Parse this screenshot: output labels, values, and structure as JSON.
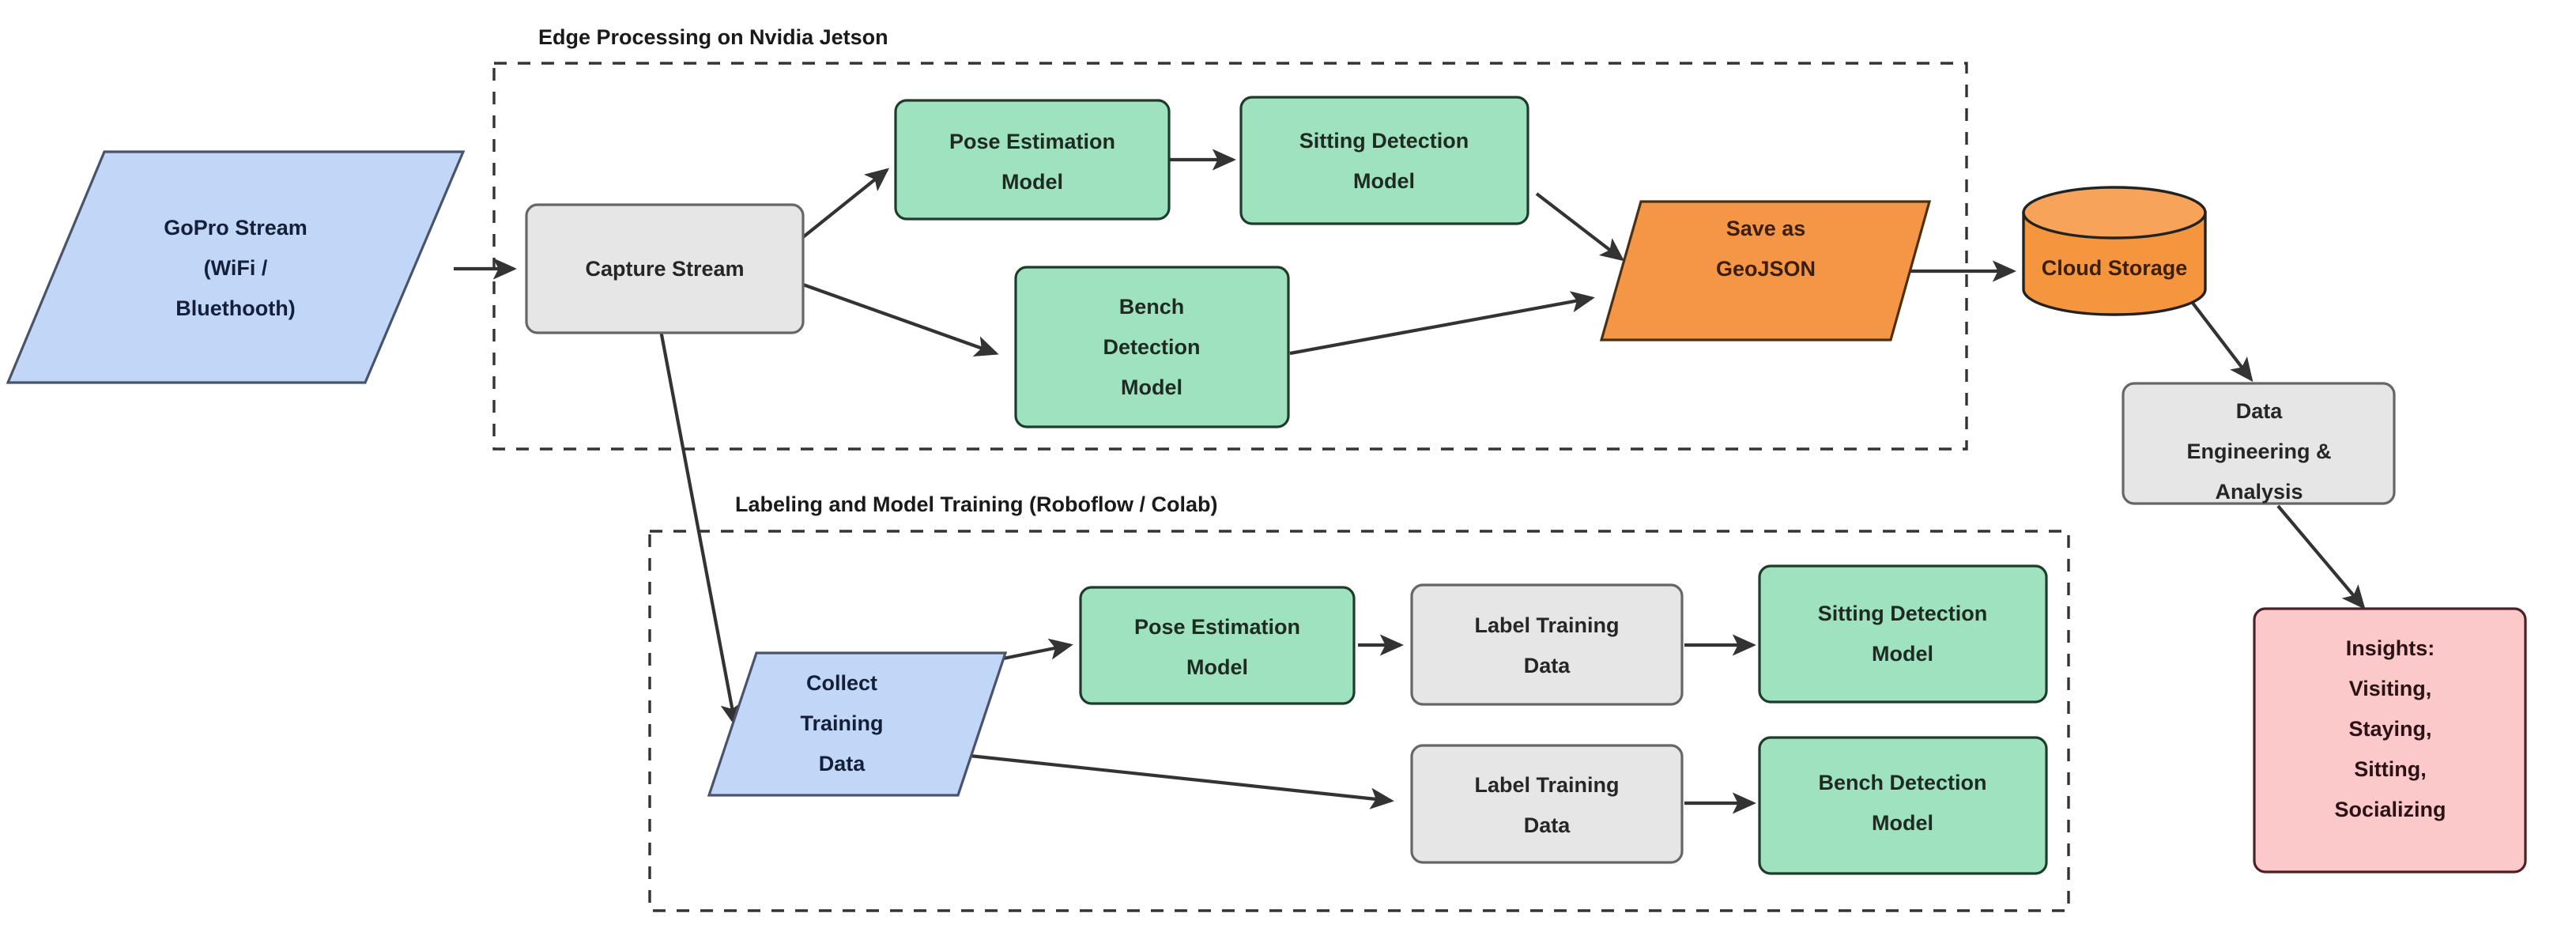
{
  "diagram": {
    "title_top_group": "Edge Processing on Nvidia Jetson",
    "title_bottom_group": "Labeling and Model Training (Roboflow / Colab)",
    "colors": {
      "green": "#9fe2bf",
      "grey": "#e6e6e6",
      "blue": "#c2d7f7",
      "orange": "#f5963f",
      "pink": "#fbc9ca",
      "edge": "#333333"
    }
  },
  "nodes": {
    "gopro_stream": {
      "line1": "GoPro Stream",
      "line2": "(WiFi /",
      "line3": "Bluethooth)"
    },
    "capture_stream": {
      "line1": "Capture Stream"
    },
    "pose_estimation_edge": {
      "line1": "Pose Estimation",
      "line2": "Model"
    },
    "sitting_detection_edge": {
      "line1": "Sitting Detection",
      "line2": "Model"
    },
    "bench_detection_edge": {
      "line1": "Bench",
      "line2": "Detection",
      "line3": "Model"
    },
    "save_geojson": {
      "line1": "Save as",
      "line2": "GeoJSON"
    },
    "cloud_storage": {
      "line1": "Cloud Storage"
    },
    "data_engineering": {
      "line1": "Data",
      "line2": "Engineering &",
      "line3": "Analysis"
    },
    "insights": {
      "line1": "Insights:",
      "line2": "Visiting,",
      "line3": "Staying,",
      "line4": "Sitting,",
      "line5": "Socializing"
    },
    "collect_training_data": {
      "line1": "Collect",
      "line2": "Training",
      "line3": "Data"
    },
    "pose_estimation_train": {
      "line1": "Pose Estimation",
      "line2": "Model"
    },
    "label_training_data_top": {
      "line1": "Label Training",
      "line2": "Data"
    },
    "label_training_data_bottom": {
      "line1": "Label Training",
      "line2": "Data"
    },
    "sitting_detection_train": {
      "line1": "Sitting Detection",
      "line2": "Model"
    },
    "bench_detection_train": {
      "line1": "Bench Detection",
      "line2": "Model"
    }
  }
}
